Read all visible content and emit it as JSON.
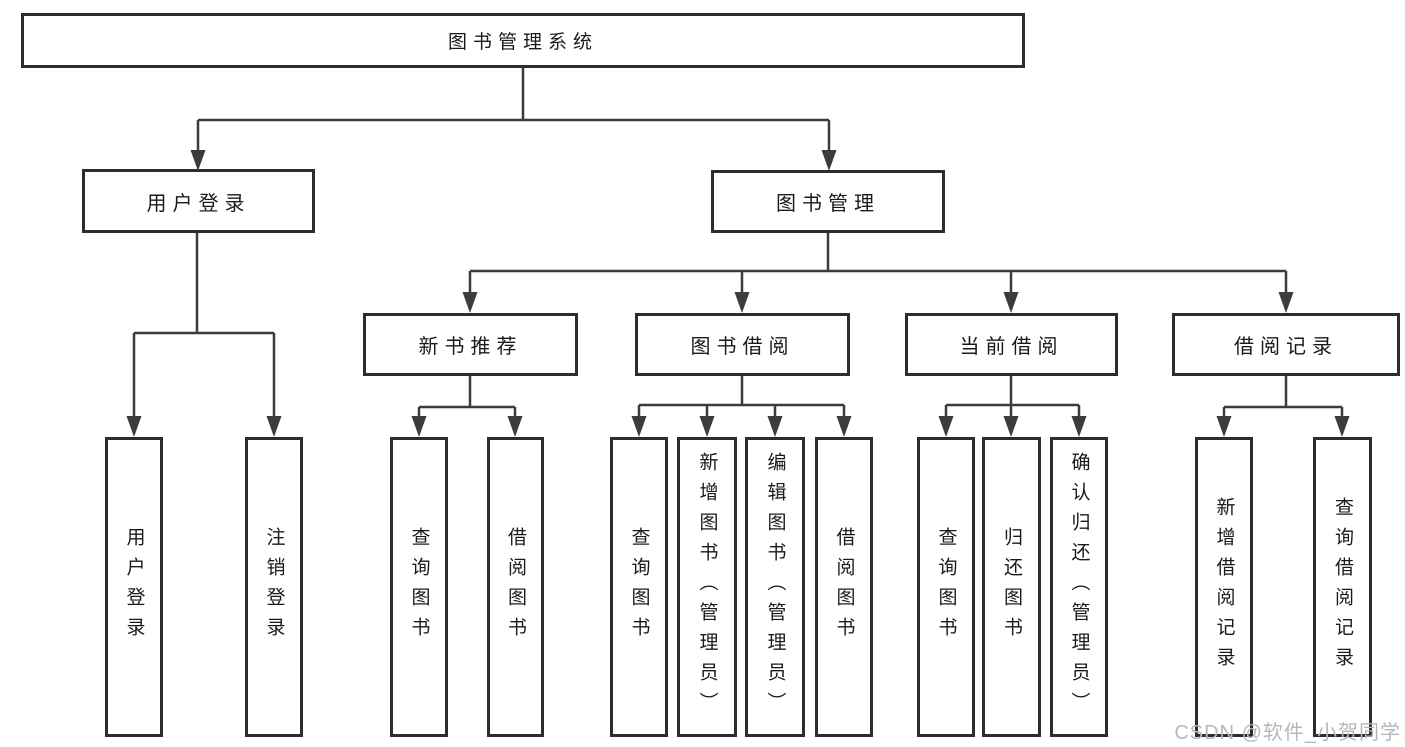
{
  "tree": {
    "label": "图书管理系统",
    "children": [
      {
        "label": "用户登录",
        "children": [
          {
            "label": "用户登录"
          },
          {
            "label": "注销登录"
          }
        ]
      },
      {
        "label": "图书管理",
        "children": [
          {
            "label": "新书推荐",
            "children": [
              {
                "label": "查询图书"
              },
              {
                "label": "借阅图书"
              }
            ]
          },
          {
            "label": "图书借阅",
            "children": [
              {
                "label": "查询图书"
              },
              {
                "label": "新增图书（管理员）"
              },
              {
                "label": "编辑图书（管理员）"
              },
              {
                "label": "借阅图书"
              }
            ]
          },
          {
            "label": "当前借阅",
            "children": [
              {
                "label": "查询图书"
              },
              {
                "label": "归还图书"
              },
              {
                "label": "确认归还（管理员）"
              }
            ]
          },
          {
            "label": "借阅记录",
            "children": [
              {
                "label": "新增借阅记录"
              },
              {
                "label": "查询借阅记录"
              }
            ]
          }
        ]
      }
    ]
  },
  "watermark": {
    "text": "CSDN @软件_小贺同学"
  },
  "colors": {
    "box_border": "#2d2d2d",
    "connector_line": "#3c3c3c",
    "text": "#1a1a1a",
    "watermark": "#b2b8bd",
    "background": "#ffffff"
  }
}
